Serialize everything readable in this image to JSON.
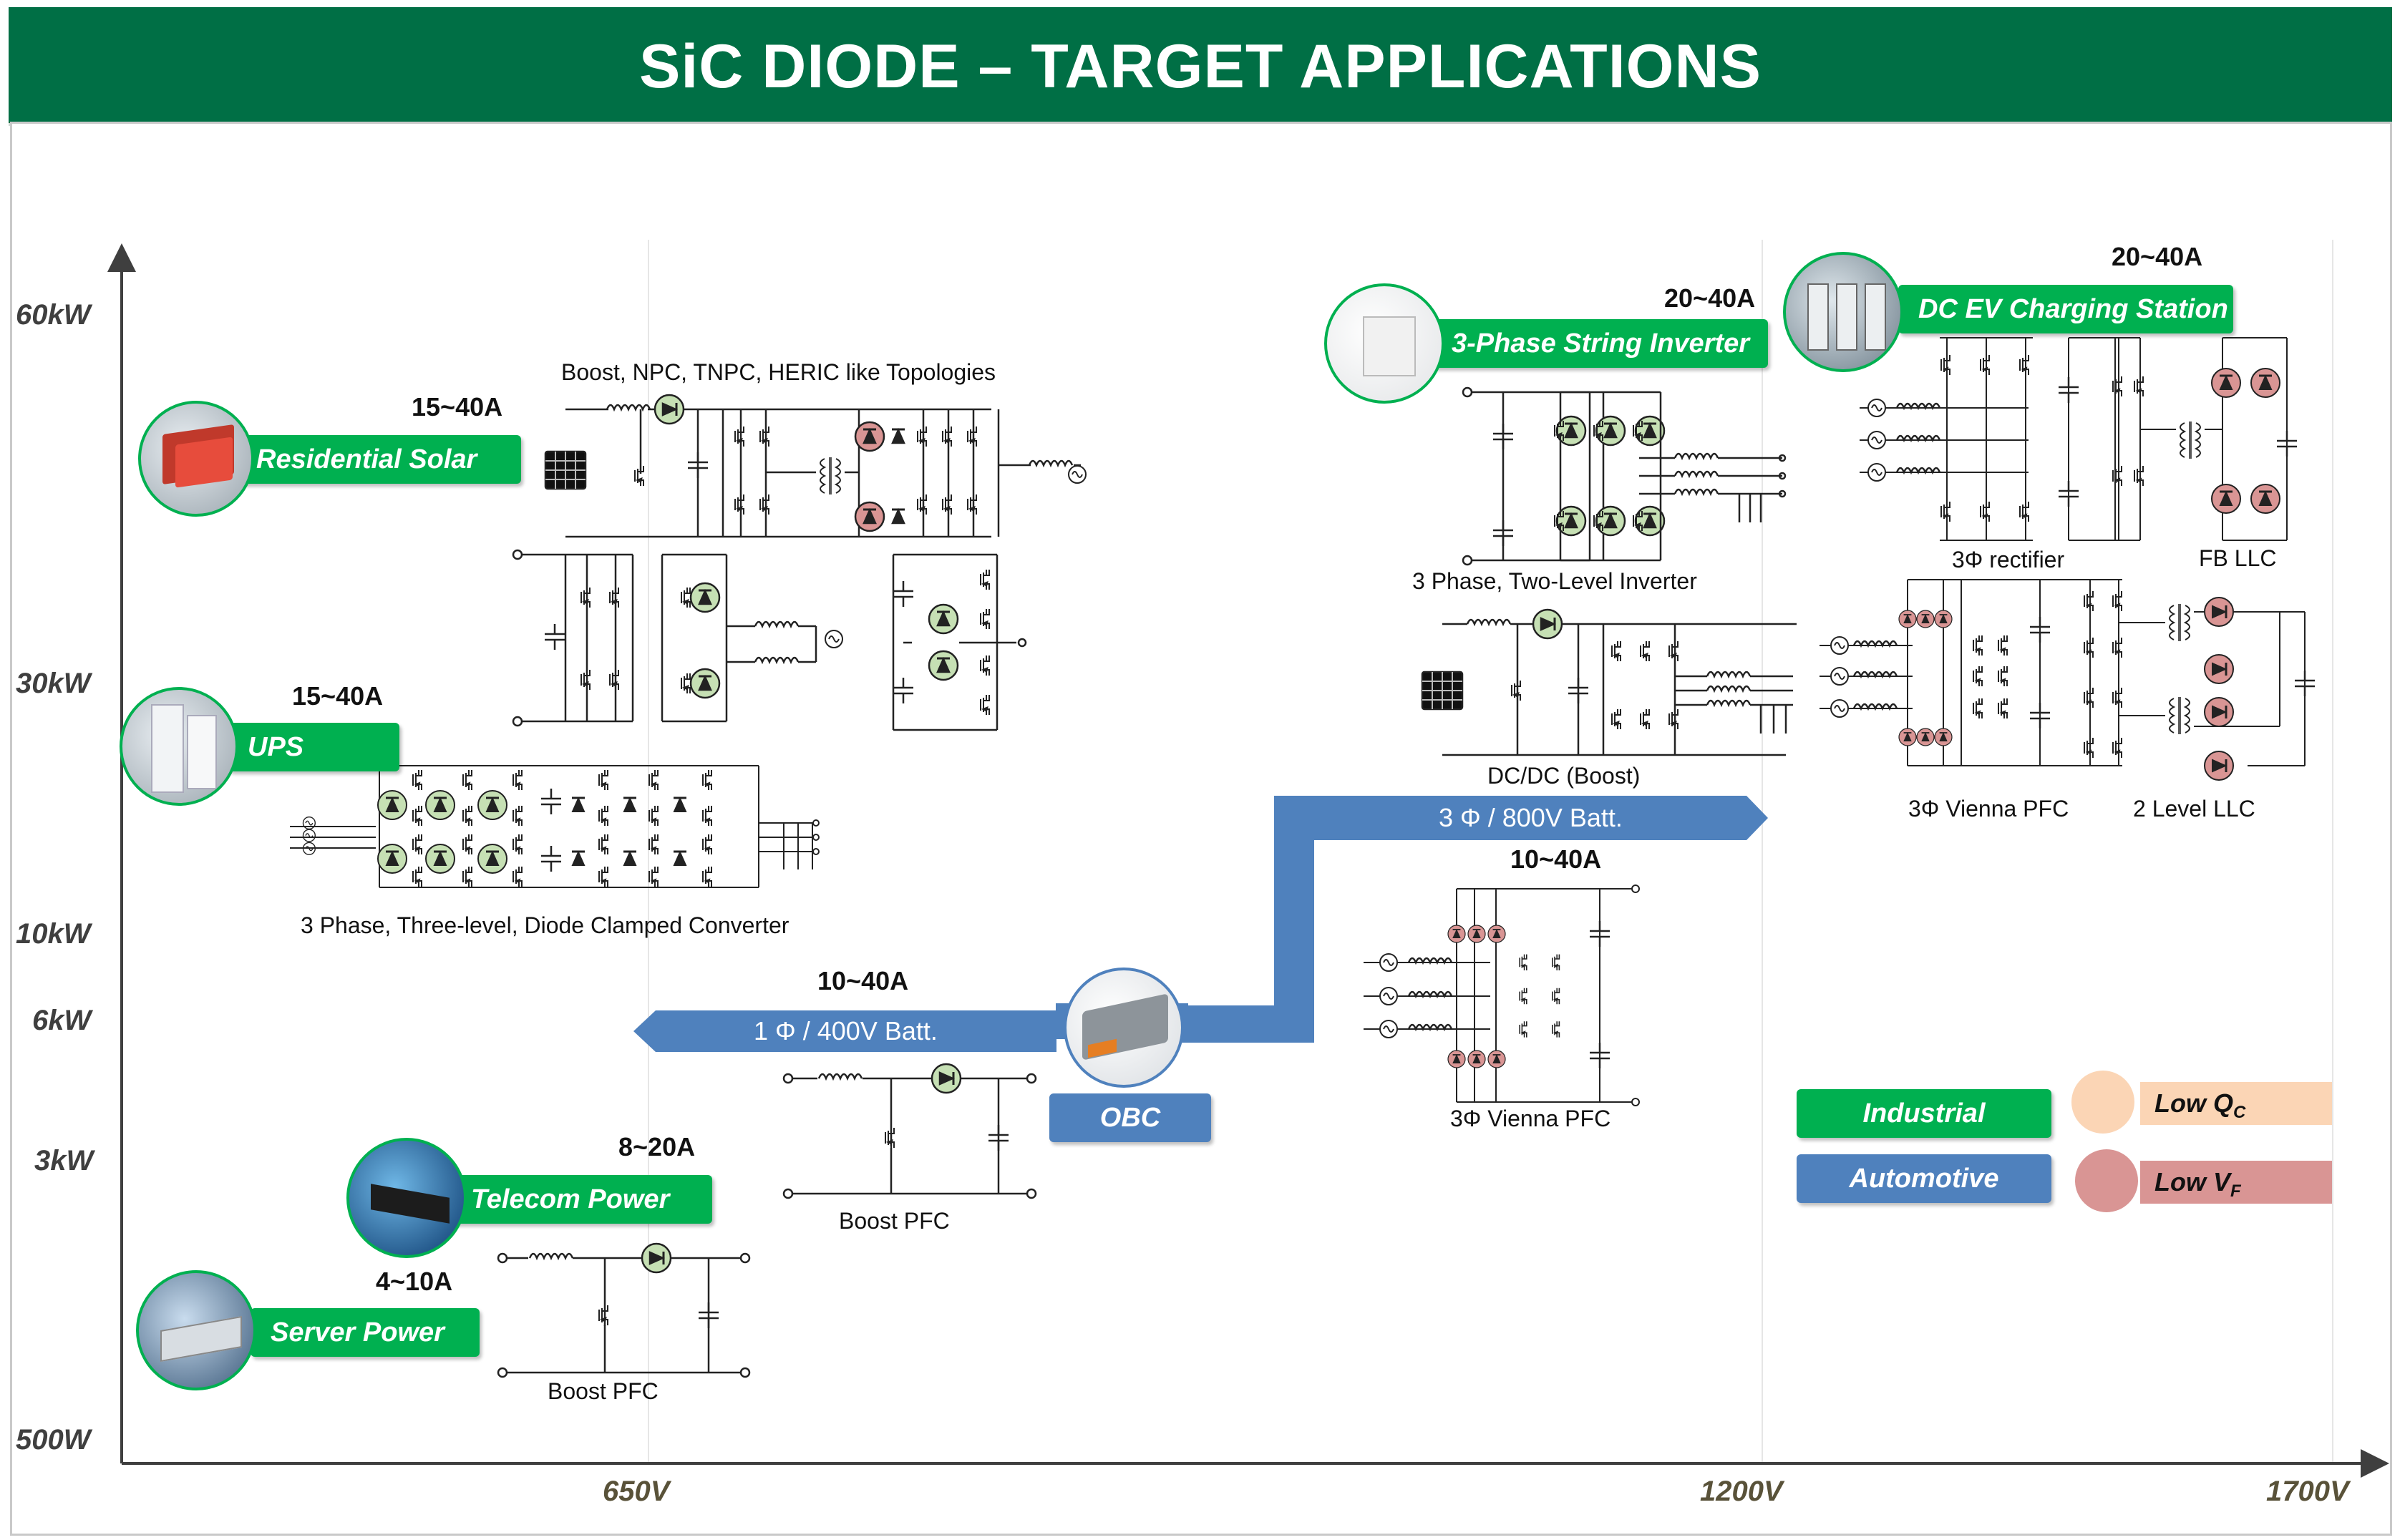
{
  "title": "SiC DIODE – TARGET APPLICATIONS",
  "y_axis": {
    "ticks": [
      "60kW",
      "30kW",
      "10kW",
      "6kW",
      "3kW",
      "500W"
    ]
  },
  "x_axis": {
    "ticks": [
      "650V",
      "1200V",
      "1700V"
    ]
  },
  "applications": {
    "residential_solar": {
      "label": "Residential Solar",
      "current": "15~40A"
    },
    "ups": {
      "label": "UPS",
      "current": "15~40A"
    },
    "telecom_power": {
      "label": "Telecom Power",
      "current": "8~20A"
    },
    "server_power": {
      "label": "Server Power",
      "current": "4~10A"
    },
    "obc": {
      "label": "OBC",
      "current": "10~40A"
    },
    "string_inverter": {
      "label": "3-Phase String Inverter",
      "current": "20~40A"
    },
    "dc_ev_charging": {
      "label": "DC EV Charging Station",
      "current": "20~40A"
    },
    "vienna_800": {
      "current": "10~40A"
    }
  },
  "captions": {
    "boost_npc": "Boost, NPC, TNPC, HERIC like Topologies",
    "three_level": "3 Phase, Three-level, Diode Clamped Converter",
    "boost_pfc_obc": "Boost PFC",
    "boost_pfc_telecom": "Boost  PFC",
    "two_level_inverter": "3 Phase, Two-Level Inverter",
    "dcdc_boost": "DC/DC (Boost)",
    "vienna_pfc_mid": "3Φ  Vienna  PFC",
    "rectifier_3phi": "3Φ rectifier",
    "fb_llc": "FB LLC",
    "vienna_pfc_right": "3Φ Vienna PFC",
    "two_level_llc": "2 Level LLC"
  },
  "arrows": {
    "batt_400": "1 Φ / 400V Batt.",
    "batt_800": "3 Φ / 800V Batt."
  },
  "legend": {
    "industrial": "Industrial",
    "automotive": "Automotive",
    "low_qc_base": "Low Q",
    "low_qc_sub": "C",
    "low_vf_base": "Low V",
    "low_vf_sub": "F"
  },
  "colors": {
    "banner": "#006f45",
    "industrial": "#00b050",
    "automotive": "#4f81bd",
    "low_qc": "#fbd5b5",
    "low_vf": "#d99594",
    "diode_highlight_green": "#c6e0b4"
  },
  "icons": [
    "solar-panel-icon",
    "ac-source-icon",
    "diode-icon",
    "mosfet-icon",
    "inductor-icon",
    "capacitor-icon",
    "transformer-icon"
  ]
}
